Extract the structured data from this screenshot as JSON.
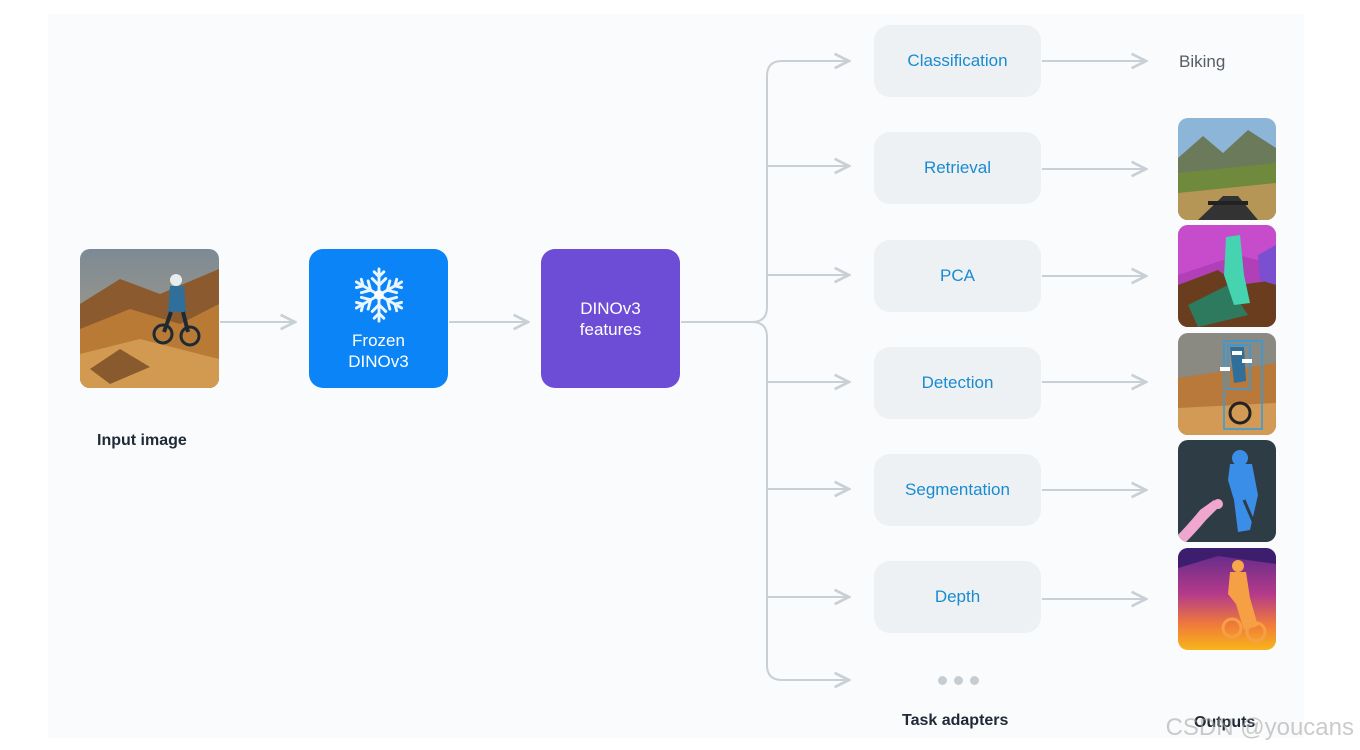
{
  "input": {
    "caption": "Input image"
  },
  "frozen_model": {
    "line1": "Frozen",
    "line2": "DINOv3",
    "icon": "snowflake-icon"
  },
  "features_box": {
    "line1": "DINOv3",
    "line2": "features"
  },
  "tasks": [
    {
      "label": "Classification"
    },
    {
      "label": "Retrieval"
    },
    {
      "label": "PCA"
    },
    {
      "label": "Detection"
    },
    {
      "label": "Segmentation"
    },
    {
      "label": "Depth"
    }
  ],
  "task_caption": "Task adapters",
  "outputs": {
    "classification_result": "Biking",
    "caption": "Outputs"
  },
  "watermark": "CSDN @youcans",
  "colors": {
    "frozen_box": "#0a84f6",
    "features_box": "#6d4cd6",
    "task_text": "#1a8bd0",
    "task_bg": "#edf1f3",
    "connector": "#c8d0d6"
  }
}
